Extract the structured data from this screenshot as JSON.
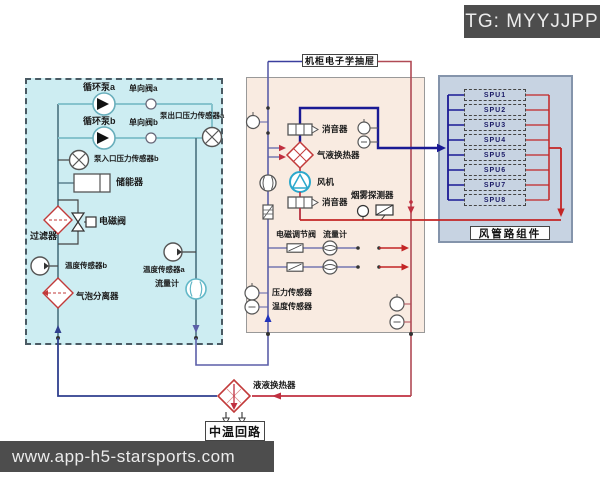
{
  "badges": {
    "tg": "TG: MYYJJPP",
    "site": "www.app-h5-starsports.com"
  },
  "drawer_label": "机柜电子学抽屉",
  "left_panel": {
    "pump_a": "循环泵a",
    "pump_b": "循环泵b",
    "check_a": "单向阀a",
    "check_b": "单向阀b",
    "out_pressure": "泵出口压力传感器a",
    "in_pressure": "泵入口压力传感器b",
    "accumulator": "储能器",
    "solenoid": "电磁阀",
    "filter": "过滤器",
    "temp_b": "温度传感器b",
    "temp_a": "温度传感器a",
    "bubble": "气泡分离器",
    "flow": "流量计"
  },
  "mid_panel": {
    "muffler1": "消音器",
    "ghx": "气液换热器",
    "fan": "风机",
    "muffler2": "消音器",
    "smoke": "烟雾探测器",
    "reg_valve": "电磁调节阀",
    "flow": "流量计",
    "pressure": "压力传感器",
    "temp": "温度传感器"
  },
  "right_panel": {
    "units": [
      "SPU1",
      "SPU2",
      "SPU3",
      "SPU4",
      "SPU5",
      "SPU6",
      "SPU7",
      "SPU8"
    ],
    "footer": "风管路组件"
  },
  "bottom": {
    "hx": "液液换热器",
    "loop": "中温回路"
  },
  "colors": {
    "navy": "#1a1a94",
    "red": "#c32525",
    "maroon": "#b04a55",
    "teal": "#85c3cd",
    "slate": "#5b5fa8",
    "dark_blue": "#2f3f8e",
    "left_bg": "#cdedf2",
    "mid_bg": "#f9ebe1",
    "right_bg": "#c7d3e2",
    "badge_bg": "#4d4d4d"
  }
}
